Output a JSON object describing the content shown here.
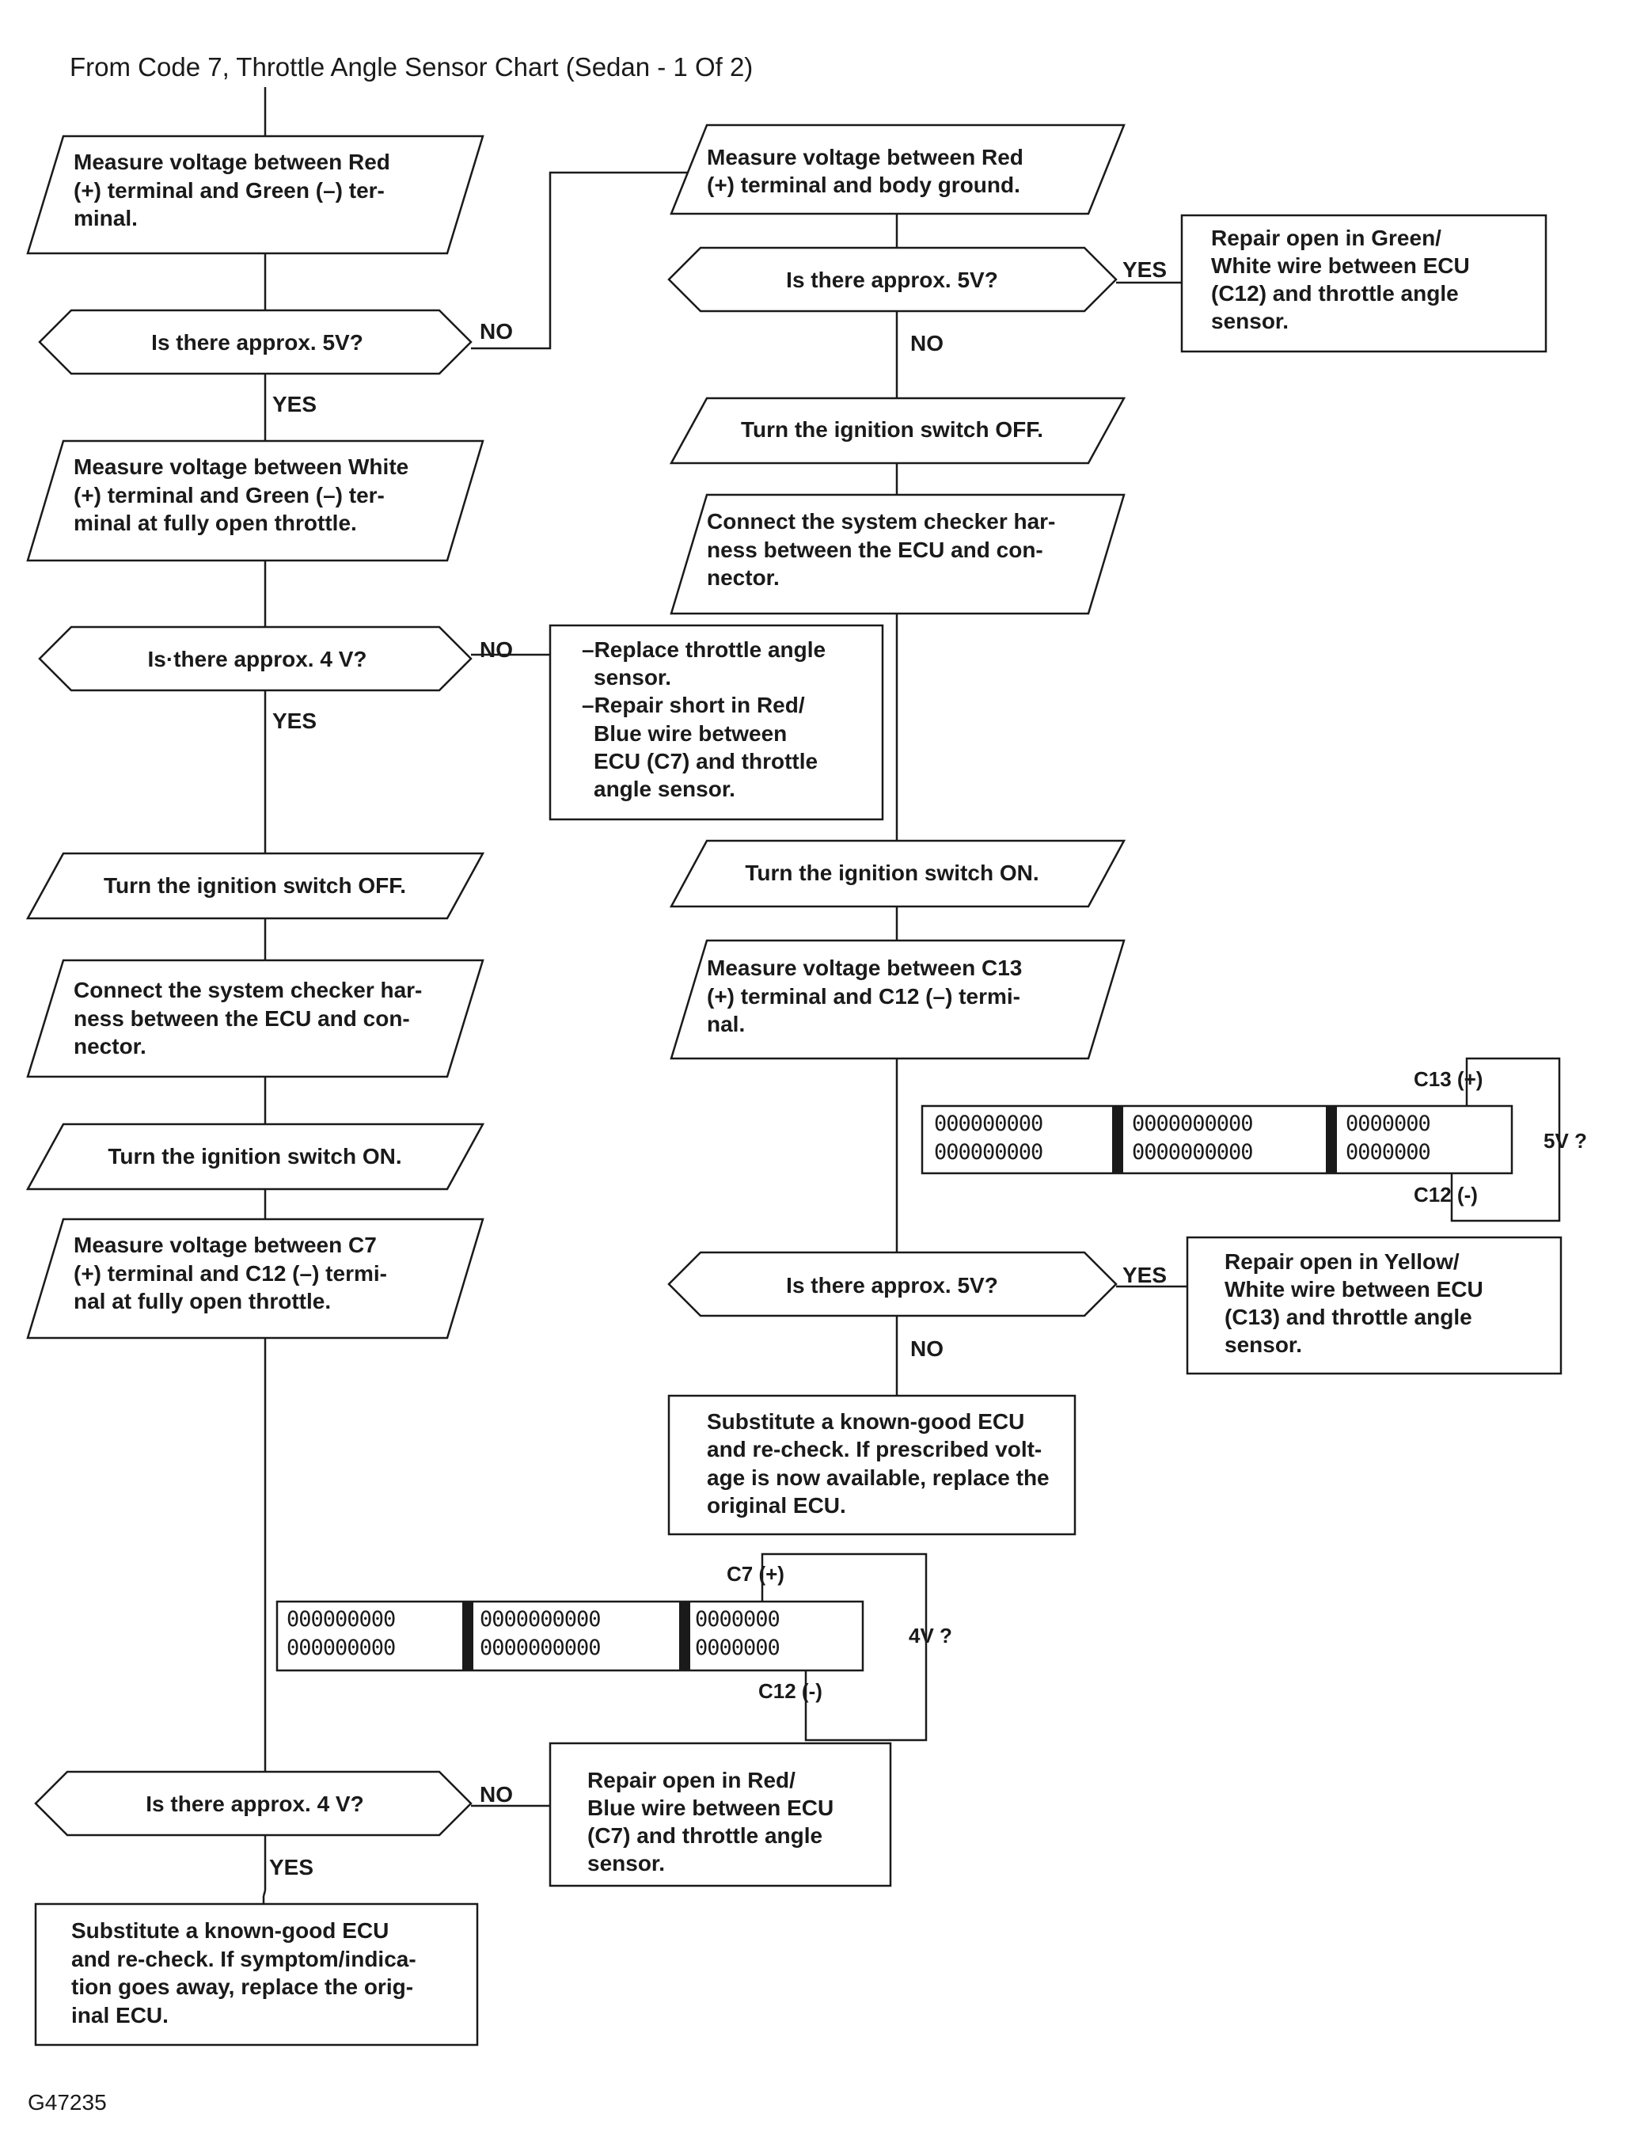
{
  "header": "From Code 7, Throttle Angle Sensor Chart (Sedan - 1 Of 2)",
  "footer_code": "G47235",
  "labels": {
    "yes": "YES",
    "no": "NO"
  },
  "left": {
    "m1": [
      "Measure voltage between Red",
      "(+) terminal and Green (–) ter-",
      "minal."
    ],
    "q1": "Is there approx. 5V?",
    "m2": [
      "Measure voltage between White",
      "(+) terminal and Green (–) ter-",
      "minal at fully open throttle."
    ],
    "q2": "Is·there approx. 4 V?",
    "s1": "Turn the ignition switch OFF.",
    "s2": [
      "Connect the system checker har-",
      "ness between the ECU and con-",
      "nector."
    ],
    "s3": "Turn the ignition switch ON.",
    "m3": [
      "Measure voltage between C7",
      "(+) terminal and C12 (–) termi-",
      "nal at fully open throttle."
    ],
    "q3": "Is there approx. 4 V?",
    "end": [
      "Substitute a known-good ECU",
      "and re-check. If symptom/indica-",
      "tion goes away, replace the orig-",
      "inal ECU."
    ]
  },
  "middle": {
    "fix1": [
      "–Replace throttle angle",
      "sensor.",
      "–Repair short in Red/",
      "Blue wire between",
      "ECU (C7) and throttle",
      "angle sensor."
    ],
    "fix2": [
      "Repair open in Red/",
      "Blue wire between ECU",
      "(C7) and throttle angle",
      "sensor."
    ]
  },
  "right": {
    "m1": [
      "Measure voltage between Red",
      "(+) terminal and body ground."
    ],
    "q1": "Is there approx. 5V?",
    "fix1": [
      "Repair open in Green/",
      "White wire between ECU",
      "(C12) and throttle angle",
      "sensor."
    ],
    "s1": "Turn the ignition switch OFF.",
    "s2": [
      "Connect the system checker har-",
      "ness between the ECU and con-",
      "nector."
    ],
    "s3": "Turn the ignition switch ON.",
    "m2": [
      "Measure voltage between C13",
      "(+) terminal and C12 (–) termi-",
      "nal."
    ],
    "q2": "Is there approx. 5V?",
    "fix2": [
      "Repair open in Yellow/",
      "White wire between ECU",
      "(C13) and throttle angle",
      "sensor."
    ],
    "end": [
      "Substitute a known-good ECU",
      "and re-check. If prescribed volt-",
      "age is now available, replace the",
      "original ECU."
    ]
  },
  "connector_top": {
    "rows": [
      [
        "000000000",
        "0000000000",
        "0000000"
      ],
      [
        "000000000",
        "0000000000",
        "0000000"
      ]
    ],
    "plus_label": "C13 (+)",
    "minus_label": "C12 (-)",
    "voltage": "5V ?"
  },
  "connector_bottom": {
    "rows": [
      [
        "000000000",
        "0000000000",
        "0000000"
      ],
      [
        "000000000",
        "0000000000",
        "0000000"
      ]
    ],
    "plus_label": "C7 (+)",
    "minus_label": "C12 (-)",
    "voltage": "4V ?"
  }
}
